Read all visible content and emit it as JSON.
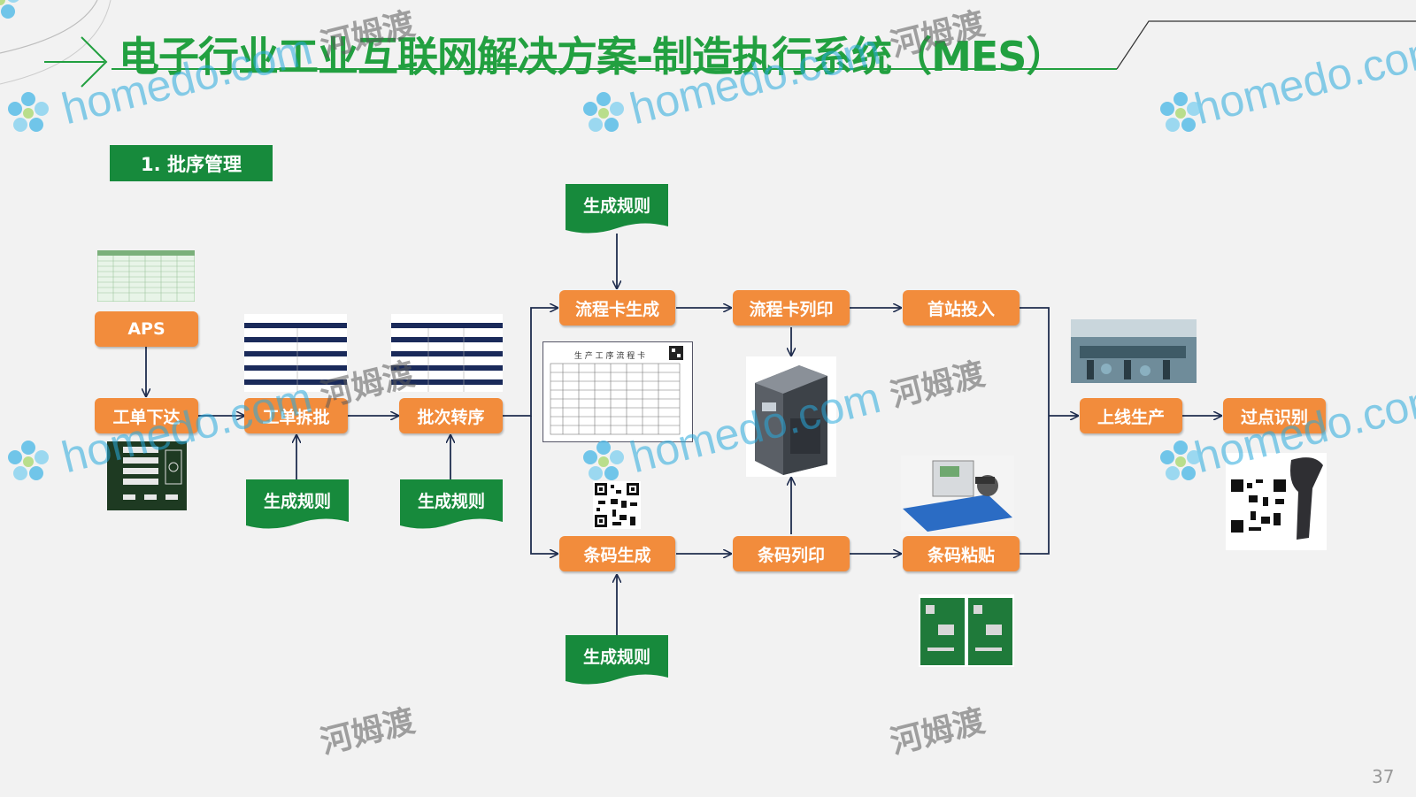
{
  "header": {
    "title": "电子行业工业互联网解决方案-制造执行系统（MES）",
    "subtitle": "1. 批序管理"
  },
  "flow": {
    "aps": "APS",
    "work_order_issue": "工单下达",
    "work_order_split": "工单拆批",
    "batch_transfer": "批次转序",
    "flow_card_generate": "流程卡生成",
    "flow_card_print": "流程卡列印",
    "first_station_input": "首站投入",
    "barcode_generate": "条码生成",
    "barcode_print": "条码列印",
    "barcode_paste": "条码粘贴",
    "online_production": "上线生产",
    "checkpoint_recognition": "过点识别",
    "rule_1": "生成规则",
    "rule_2": "生成规则",
    "rule_3": "生成规则",
    "rule_4": "生成规则"
  },
  "flow_card_doc": {
    "title": "生 产 工 序 流 程 卡"
  },
  "watermark": {
    "brand": "homedo.com",
    "brand_cn": "河姆渡"
  },
  "page_number": "37",
  "colors": {
    "orange": "#f28c3c",
    "green": "#178a3c",
    "title_green": "#22a040",
    "arrow": "#1f2d4e"
  }
}
